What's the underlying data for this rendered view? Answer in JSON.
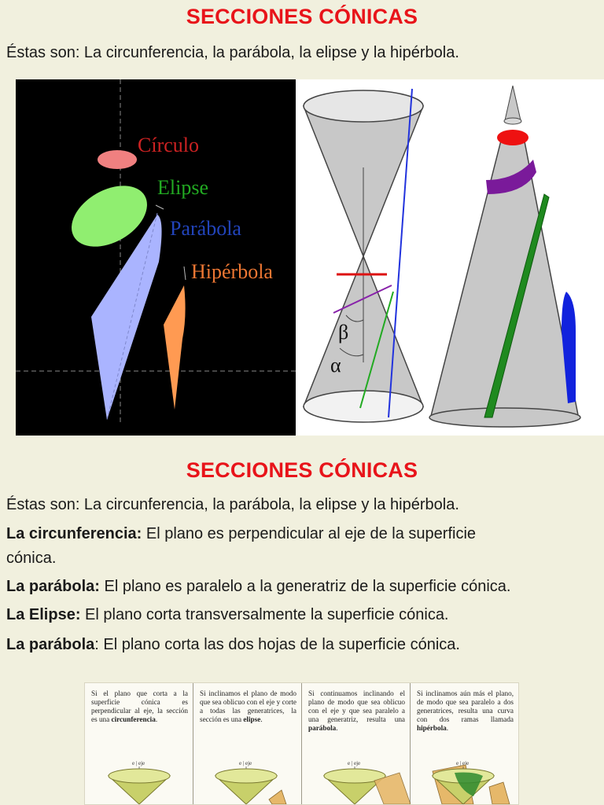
{
  "title_top": "SECCIONES CÓNICAS",
  "intro_top": "Éstas son: La circunferencia, la parábola, la elipse y la hipérbola.",
  "figure_left": {
    "labels": {
      "circle": "Círculo",
      "ellipse": "Elipse",
      "parabola": "Parábola",
      "hyperbola": "Hipérbola"
    },
    "colors": {
      "circle": "#f08080",
      "ellipse": "#90ee70",
      "parabola": "#aab4ff",
      "hyperbola": "#ff9a52",
      "label_circle": "#cc2222",
      "label_ellipse": "#22aa22",
      "label_parabola": "#2244bb",
      "label_hyperbola": "#ee7733"
    }
  },
  "figure_cones": {
    "beta": "β",
    "alpha": "α"
  },
  "title_second": "SECCIONES CÓNICAS",
  "intro_second": "Éstas son: La circunferencia, la parábola, la elipse y la hipérbola.",
  "definitions": [
    {
      "term": "La circunferencia:",
      "text": "  El plano es perpendicular al eje de la superficie",
      "text2": "cónica."
    },
    {
      "term": "La parábola:",
      "text": " El plano es paralelo a la generatriz de la superficie cónica."
    },
    {
      "term": "La Elipse:",
      "text": " El plano corta transversalmente la superficie cónica."
    },
    {
      "term": "La parábola",
      "text": ": El plano corta las dos hojas de la superficie cónica."
    }
  ],
  "table": [
    {
      "pre": "Si el plano que corta a la superficie cónica es perpendicular al eje, la sección es una ",
      "bold": "circunferencia",
      "post": ".",
      "axis": "e | eje"
    },
    {
      "pre": "Si inclinamos el plano de modo que sea oblicuo con el eje y corte a todas las generatrices, la sección es una ",
      "bold": "elipse",
      "post": ".",
      "axis": "e | eje"
    },
    {
      "pre": "Si continuamos inclinando el plano de modo que sea oblicuo con el eje y que sea paralelo a una generatriz, resulta una ",
      "bold": "parábola",
      "post": ".",
      "axis": "e | eje"
    },
    {
      "pre": "Si inclinamos aún más el plano, de modo que sea paralelo a dos generatrices, resulta una curva con dos ramas llamada ",
      "bold": "hipérbola",
      "post": ".",
      "axis": "e | eje"
    }
  ]
}
